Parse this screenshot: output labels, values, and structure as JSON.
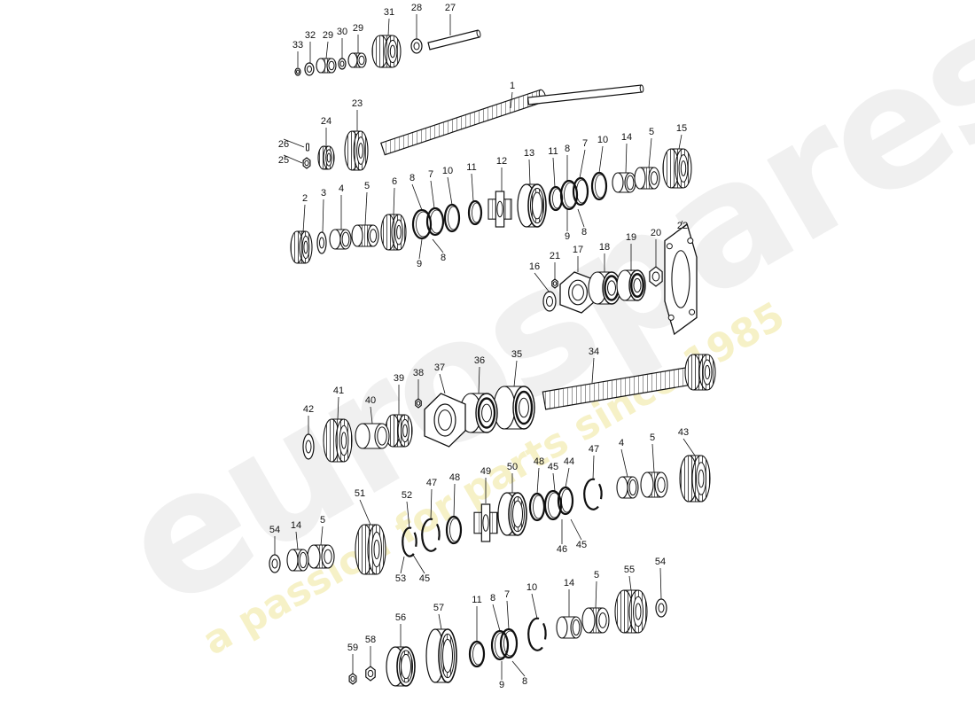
{
  "watermark": {
    "brand": "eurospares",
    "tagline": "a passion for parts since 1985",
    "brand_color": "#d9d9d9",
    "tagline_color": "#efe79a"
  },
  "diagram": {
    "ink_color": "#111111",
    "callouts": [
      "1",
      "2",
      "3",
      "4",
      "5",
      "6",
      "7",
      "8",
      "9",
      "10",
      "11",
      "12",
      "13",
      "14",
      "15",
      "16",
      "17",
      "18",
      "19",
      "20",
      "21",
      "22",
      "23",
      "24",
      "25",
      "26",
      "27",
      "28",
      "29",
      "30",
      "31",
      "32",
      "33",
      "34",
      "35",
      "36",
      "37",
      "38",
      "39",
      "40",
      "41",
      "42",
      "43",
      "44",
      "45",
      "46",
      "47",
      "48",
      "49",
      "50",
      "51",
      "52",
      "53",
      "54",
      "55",
      "56",
      "57",
      "58",
      "59"
    ]
  }
}
